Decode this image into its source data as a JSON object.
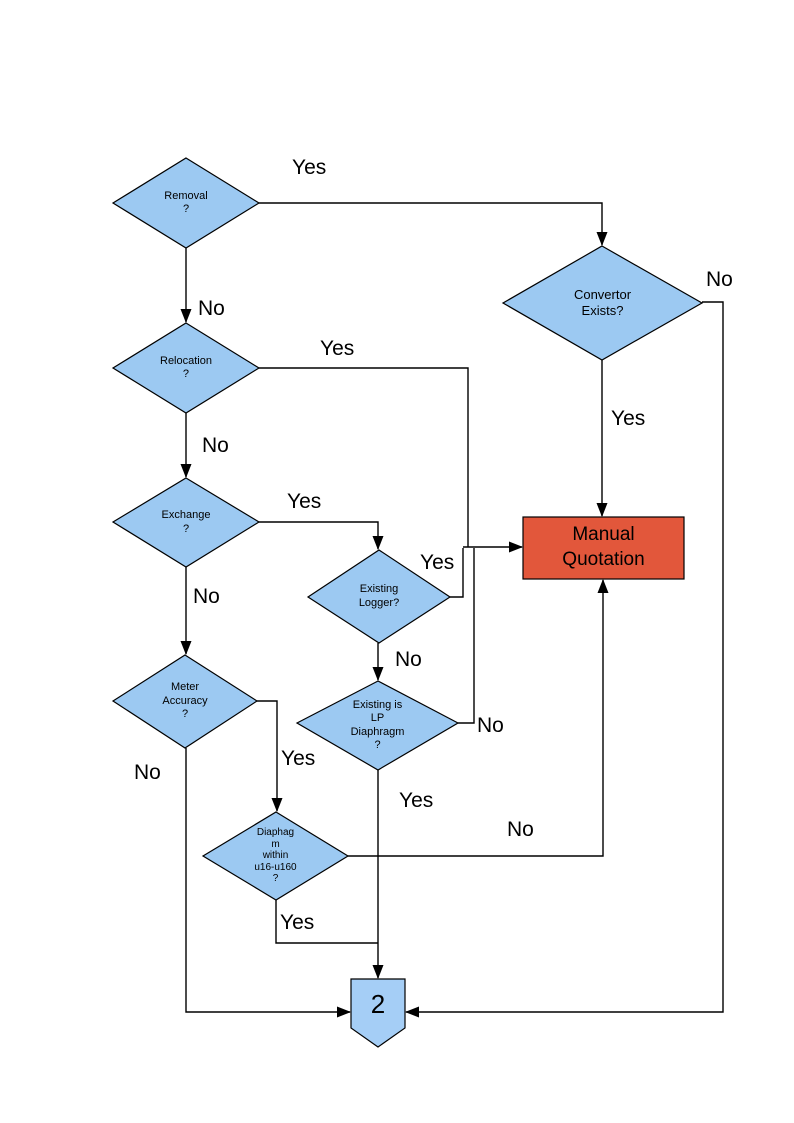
{
  "diagram": {
    "type": "flowchart",
    "nodes": {
      "removal": {
        "label": "Removal\n?",
        "shape": "decision"
      },
      "convertor": {
        "label": "Convertor\nExists?",
        "shape": "decision"
      },
      "relocation": {
        "label": "Relocation\n?",
        "shape": "decision"
      },
      "exchange": {
        "label": "Exchange\n?",
        "shape": "decision"
      },
      "existing_logger": {
        "label": "Existing\nLogger?",
        "shape": "decision"
      },
      "meter_accuracy": {
        "label": "Meter\nAccuracy\n?",
        "shape": "decision"
      },
      "lp_diaphragm": {
        "label": "Existing is\nLP\nDiaphragm\n?",
        "shape": "decision"
      },
      "diaphragm_range": {
        "label": "Diaphag\nm\nwithin\nu16-u160\n?",
        "shape": "decision"
      },
      "manual_quotation": {
        "label": "Manual\nQuotation",
        "shape": "process"
      },
      "offpage_2": {
        "label": "2",
        "shape": "offpage-connector"
      }
    },
    "edges": [
      {
        "id": "removal-yes",
        "from": "removal",
        "to": "convertor",
        "label": "Yes"
      },
      {
        "id": "removal-no",
        "from": "removal",
        "to": "relocation",
        "label": "No"
      },
      {
        "id": "convertor-no",
        "from": "convertor",
        "to": "offpage_2",
        "label": "No"
      },
      {
        "id": "convertor-yes",
        "from": "convertor",
        "to": "manual_quotation",
        "label": "Yes"
      },
      {
        "id": "relocation-yes",
        "from": "relocation",
        "to": "manual_quotation",
        "label": "Yes"
      },
      {
        "id": "relocation-no",
        "from": "relocation",
        "to": "exchange",
        "label": "No"
      },
      {
        "id": "exchange-yes",
        "from": "exchange",
        "to": "existing_logger",
        "label": "Yes"
      },
      {
        "id": "exchange-no",
        "from": "exchange",
        "to": "meter_accuracy",
        "label": "No"
      },
      {
        "id": "logger-yes",
        "from": "existing_logger",
        "to": "manual_quotation",
        "label": "Yes"
      },
      {
        "id": "logger-no",
        "from": "existing_logger",
        "to": "lp_diaphragm",
        "label": "No"
      },
      {
        "id": "lp-no",
        "from": "lp_diaphragm",
        "to": "manual_quotation",
        "label": "No"
      },
      {
        "id": "lp-yes",
        "from": "lp_diaphragm",
        "to": "offpage_2",
        "label": "Yes"
      },
      {
        "id": "accuracy-no",
        "from": "meter_accuracy",
        "to": "offpage_2",
        "label": "No"
      },
      {
        "id": "accuracy-yes",
        "from": "meter_accuracy",
        "to": "diaphragm_range",
        "label": "Yes"
      },
      {
        "id": "range-no",
        "from": "diaphragm_range",
        "to": "manual_quotation",
        "label": "No"
      },
      {
        "id": "range-yes",
        "from": "diaphragm_range",
        "to": "offpage_2",
        "label": "Yes"
      }
    ],
    "colors": {
      "decision_fill": "#9CC9F2",
      "process_fill": "#E2573B",
      "connector_fill": "#A5CEF6",
      "line": "#000000",
      "text": "#000000",
      "background": "#FFFFFF"
    }
  }
}
